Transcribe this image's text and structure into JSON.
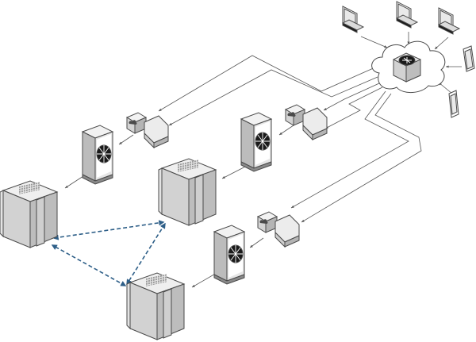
{
  "diagram": {
    "nodes": [
      {
        "id": "laptop-1",
        "kind": "laptop-icon"
      },
      {
        "id": "laptop-2",
        "kind": "laptop-icon"
      },
      {
        "id": "laptop-3",
        "kind": "laptop-icon"
      },
      {
        "id": "tablet-1",
        "kind": "tablet-icon"
      },
      {
        "id": "phone-1",
        "kind": "phone-icon"
      },
      {
        "id": "internet-cloud",
        "kind": "cloud-icon"
      },
      {
        "id": "cloud-router",
        "kind": "router-icon"
      },
      {
        "id": "site-a-firewall",
        "kind": "firewall-icon"
      },
      {
        "id": "site-a-switch",
        "kind": "switch-icon"
      },
      {
        "id": "site-a-datacenter",
        "kind": "datacenter-icon"
      },
      {
        "id": "site-b-firewall",
        "kind": "firewall-icon"
      },
      {
        "id": "site-b-switch",
        "kind": "switch-icon"
      },
      {
        "id": "site-b-datacenter",
        "kind": "datacenter-icon"
      },
      {
        "id": "site-c-firewall",
        "kind": "firewall-icon"
      },
      {
        "id": "site-c-switch",
        "kind": "switch-icon"
      },
      {
        "id": "site-c-datacenter",
        "kind": "datacenter-icon"
      }
    ],
    "links": [
      {
        "from": "internet-cloud",
        "to": "site-a-firewall",
        "style": "solid"
      },
      {
        "from": "internet-cloud",
        "to": "site-b-firewall",
        "style": "solid"
      },
      {
        "from": "internet-cloud",
        "to": "site-c-firewall",
        "style": "solid"
      },
      {
        "from": "site-a-firewall",
        "to": "site-a-switch",
        "style": "solid"
      },
      {
        "from": "site-a-switch",
        "to": "site-a-datacenter",
        "style": "solid"
      },
      {
        "from": "site-b-firewall",
        "to": "site-b-switch",
        "style": "solid"
      },
      {
        "from": "site-b-switch",
        "to": "site-b-datacenter",
        "style": "solid"
      },
      {
        "from": "site-c-firewall",
        "to": "site-c-switch",
        "style": "solid"
      },
      {
        "from": "site-c-switch",
        "to": "site-c-datacenter",
        "style": "solid"
      },
      {
        "from": "site-a-datacenter",
        "to": "site-b-datacenter",
        "style": "dashed"
      },
      {
        "from": "site-b-datacenter",
        "to": "site-c-datacenter",
        "style": "dashed"
      },
      {
        "from": "site-c-datacenter",
        "to": "site-a-datacenter",
        "style": "dashed"
      }
    ],
    "colors": {
      "connector": "#555555",
      "replication": "#2e5f88",
      "device_light": "#f2f2f2",
      "device_mid": "#d4d4d4",
      "device_dark": "#a8a8a8",
      "outline": "#4a4a4a",
      "accent_dark": "#1a1a1a"
    }
  }
}
